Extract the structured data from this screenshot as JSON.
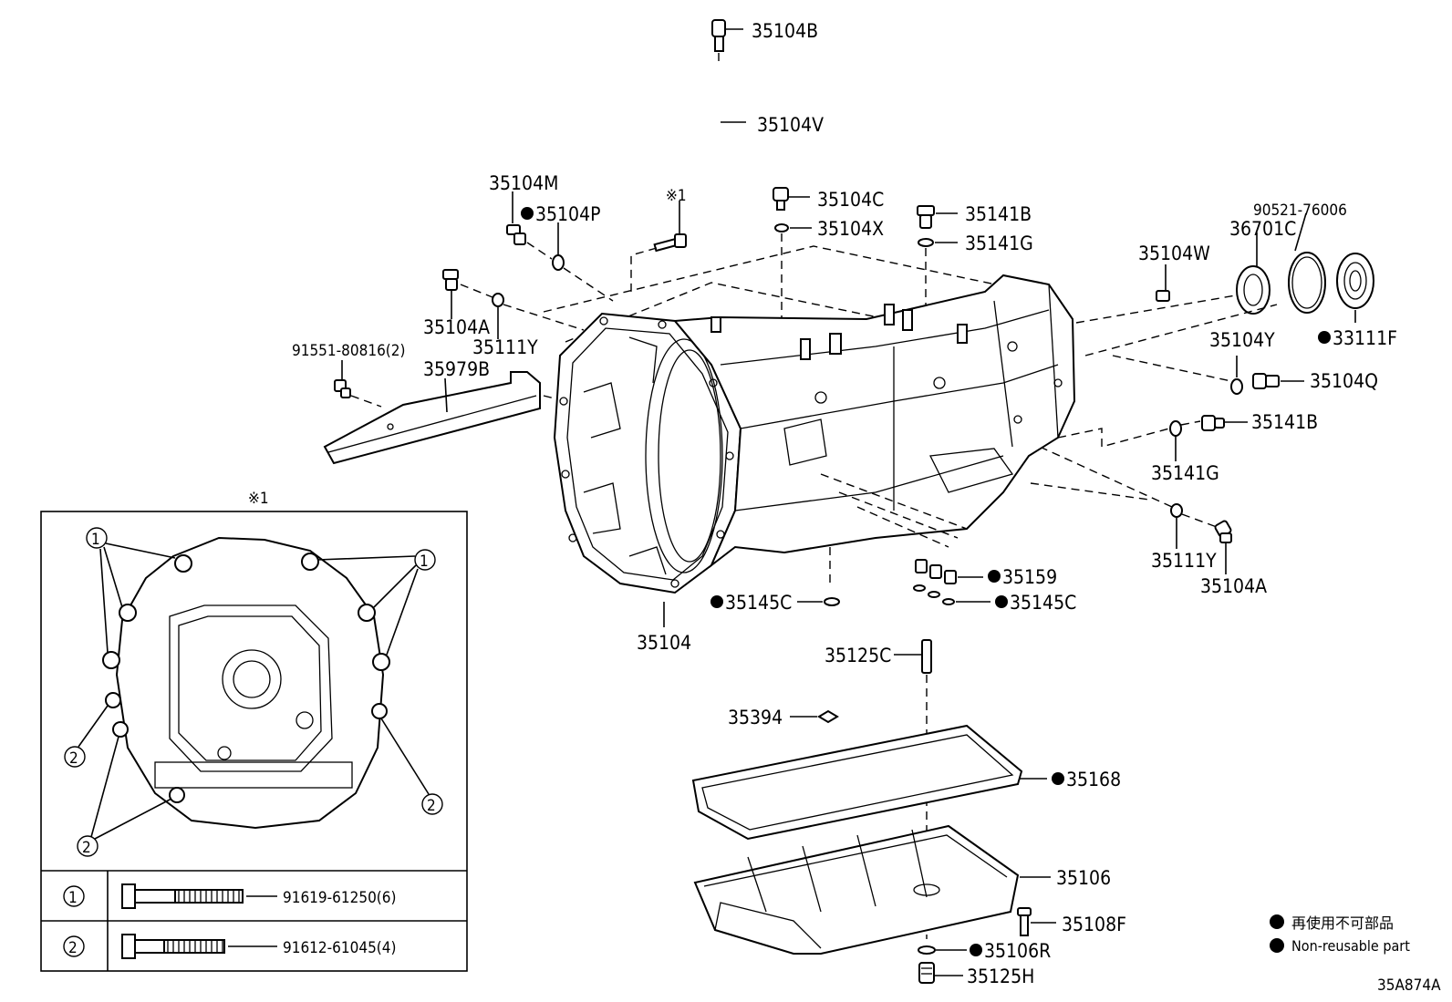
{
  "labels": {
    "p35104B": "35104B",
    "p35104V": "35104V",
    "p35104M": "35104M",
    "p35104P": "35104P",
    "p35104C": "35104C",
    "p35104X": "35104X",
    "ref1": "※1",
    "p35141B_top": "35141B",
    "p35141G_top": "35141G",
    "p90521": "90521-76006",
    "p36701C": "36701C",
    "p35104W": "35104W",
    "p33111F": "33111F",
    "p35104Y": "35104Y",
    "p35104Q": "35104Q",
    "p35104A_left": "35104A",
    "p35111Y_left": "35111Y",
    "p91551": "91551-80816(2)",
    "p35979B": "35979B",
    "p35141B_right": "35141B",
    "p35141G_right": "35141G",
    "p35159": "35159",
    "p35145C_right": "35145C",
    "p35145C_left": "35145C",
    "p35111Y_right": "35111Y",
    "p35104A_right": "35104A",
    "p35104": "35104",
    "p35125C": "35125C",
    "p35394": "35394",
    "p35168": "35168",
    "p35106": "35106",
    "p35108F": "35108F",
    "p35106R": "35106R",
    "p35125H": "35125H",
    "inset_ref": "※1",
    "callout1": "1",
    "callout2": "2",
    "bolt1_part": "91619-61250(6)",
    "bolt2_part": "91612-61045(4)",
    "legend_jp": "再使用不可部品",
    "legend_en": "Non-reusable part",
    "figure_code": "35A874A"
  }
}
